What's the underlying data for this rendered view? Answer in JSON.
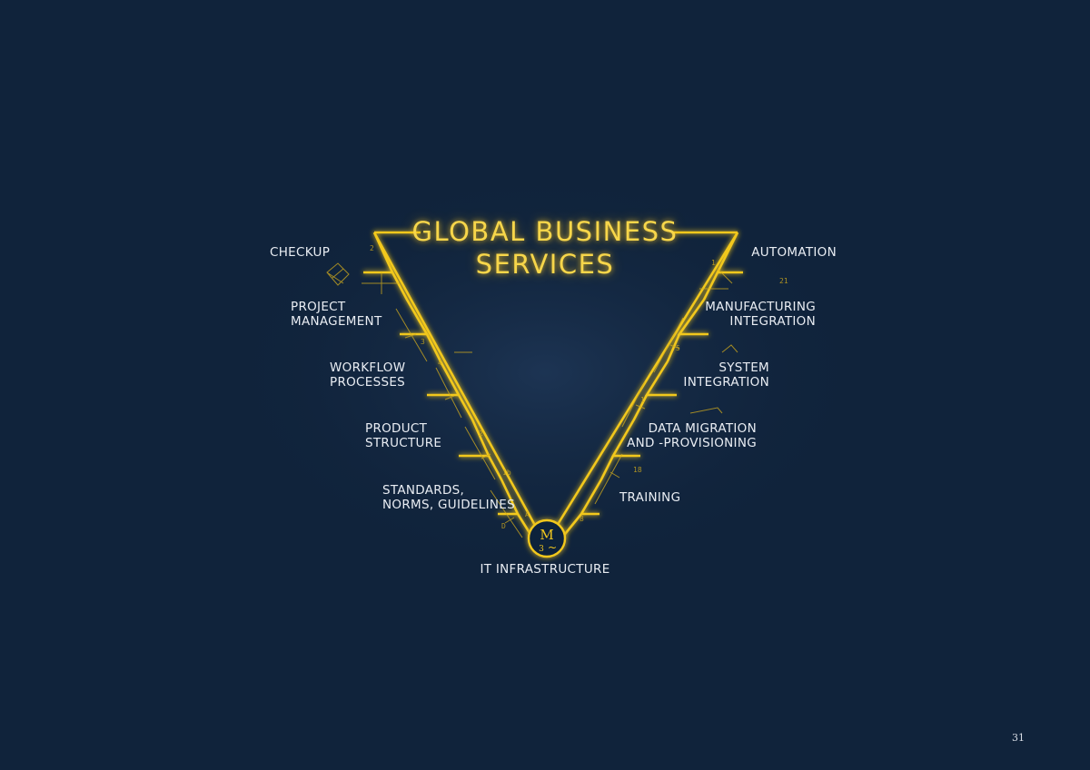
{
  "diagram": {
    "title_lines": [
      "GLOBAL BUSINESS",
      "SERVICES"
    ],
    "left_items": [
      {
        "lines": [
          "CHECKUP"
        ]
      },
      {
        "lines": [
          "PROJECT",
          "MANAGEMENT"
        ]
      },
      {
        "lines": [
          "WORKFLOW",
          "PROCESSES"
        ]
      },
      {
        "lines": [
          "PRODUCT",
          "STRUCTURE"
        ]
      },
      {
        "lines": [
          "STANDARDS,",
          "NORMS, GUIDELINES"
        ]
      }
    ],
    "right_items": [
      {
        "lines": [
          "AUTOMATION"
        ]
      },
      {
        "lines": [
          "MANUFACTURING",
          "INTEGRATION"
        ]
      },
      {
        "lines": [
          "SYSTEM",
          "INTEGRATION"
        ]
      },
      {
        "lines": [
          "DATA MIGRATION",
          "AND -PROVISIONING"
        ]
      },
      {
        "lines": [
          "TRAINING"
        ]
      }
    ],
    "bottom_item": "IT INFRASTRUCTURE",
    "motor_symbol": {
      "letter": "M",
      "sub": "3",
      "wave": "~"
    }
  },
  "page_number": "31",
  "colors": {
    "background": "#10233b",
    "line": "#f2c81e",
    "glow": "#ffcf2a",
    "text": "#e9edf3"
  }
}
